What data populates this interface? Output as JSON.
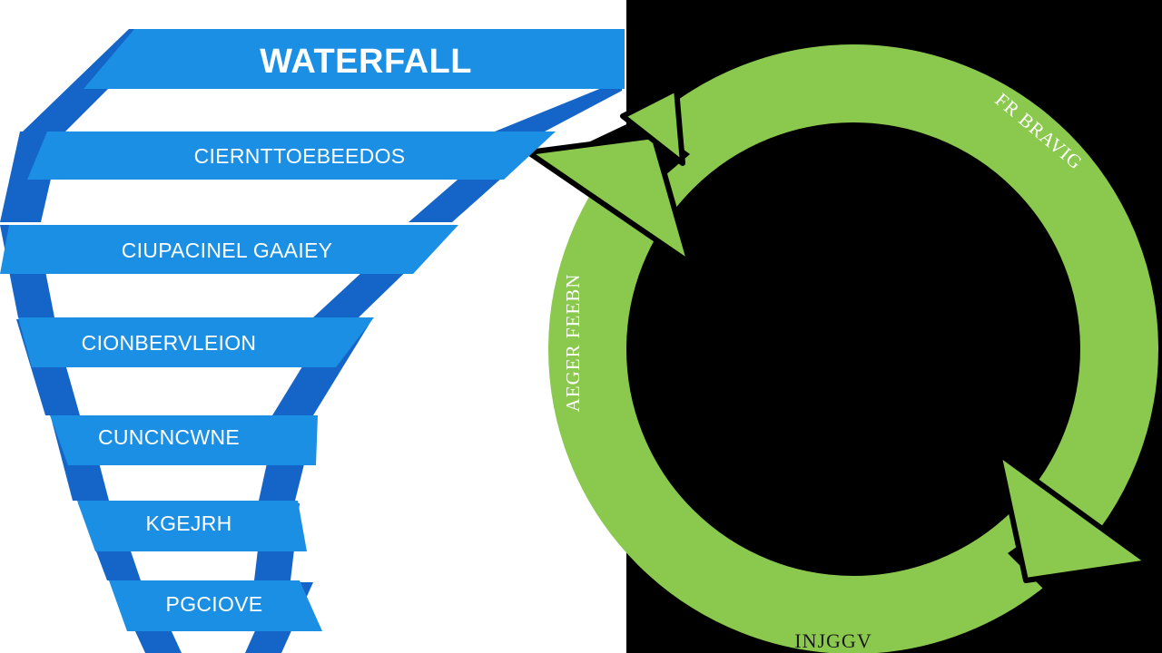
{
  "waterfall": {
    "title": "WATERFALL",
    "steps": [
      "CIERNTTOEBEEDOS",
      "CIUPACINEL GAAIEY",
      "CIONBERVLEION",
      "CUNCNCWNE",
      "KGEJRH",
      "PGCIOVE"
    ],
    "colors": {
      "ribbon": "#1b8fe4",
      "ribbon_dark": "#1565c8",
      "background": "#ffffff"
    }
  },
  "agile": {
    "labels": {
      "top_right": "FR BRAVIG",
      "left": "AEGER FEEBN",
      "bottom": "INJGGV"
    },
    "colors": {
      "ring": "#8bc94e",
      "background": "#000000"
    }
  }
}
